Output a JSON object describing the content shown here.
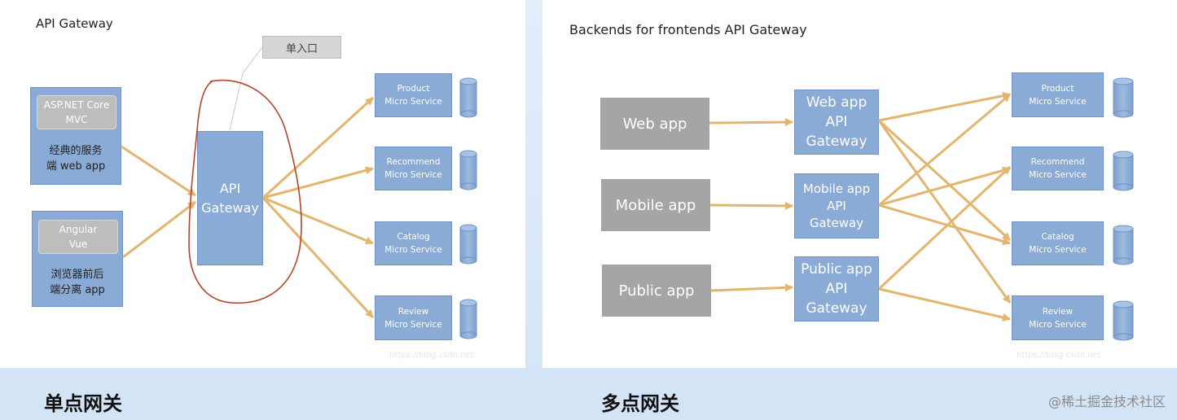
{
  "left_panel": {
    "title": "API Gateway",
    "callout": "单入口",
    "clients": [
      {
        "tech": [
          "ASP.NET Core",
          "MVC"
        ],
        "desc": [
          "经典的服务",
          "端 web app"
        ]
      },
      {
        "tech": [
          "Angular",
          "Vue"
        ],
        "desc": [
          "浏览器前后",
          "端分离 app"
        ]
      }
    ],
    "gateway": [
      "API",
      "Gateway"
    ],
    "services": [
      [
        "Product",
        "Micro Service"
      ],
      [
        "Recommend",
        "Micro Service"
      ],
      [
        "Catalog",
        "Micro Service"
      ],
      [
        "Review",
        "Micro Service"
      ]
    ]
  },
  "right_panel": {
    "title": "Backends for frontends API Gateway",
    "clients": [
      "Web app",
      "Mobile app",
      "Public app"
    ],
    "gateways": [
      [
        "Web app",
        "API",
        "Gateway"
      ],
      [
        "Mobile app",
        "API",
        "Gateway"
      ],
      [
        "Public app",
        "API",
        "Gateway"
      ]
    ],
    "services": [
      [
        "Product",
        "Micro Service"
      ],
      [
        "Recommend",
        "Micro Service"
      ],
      [
        "Catalog",
        "Micro Service"
      ],
      [
        "Review",
        "Micro Service"
      ]
    ]
  },
  "captions": {
    "left": "单点网关",
    "right": "多点网关"
  },
  "credit": "@稀土掘金技术社区",
  "colors": {
    "box_blue": "#8aabd6",
    "box_grey": "#a5a5a5",
    "arrow": "#e3b56e",
    "circle": "#b5452c",
    "db": "#8aabd6"
  }
}
